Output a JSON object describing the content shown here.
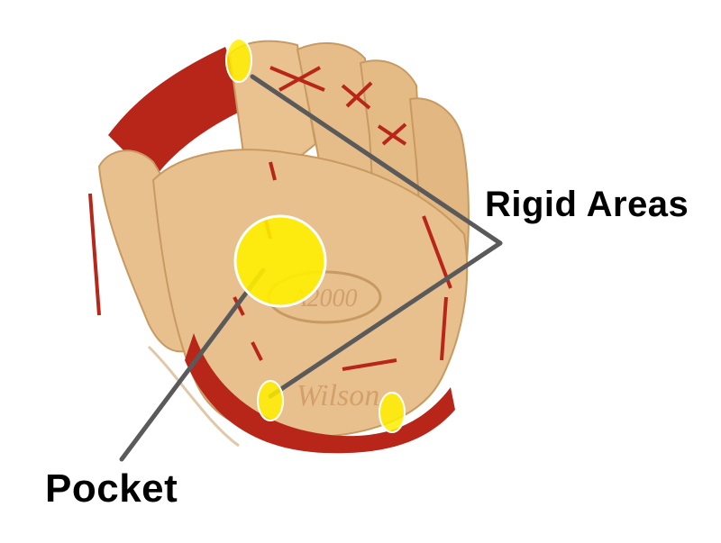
{
  "labels": {
    "rigid": "Rigid Areas",
    "pocket": "Pocket"
  },
  "glove": {
    "brand_text": "Wilson",
    "model_text": "A2000"
  },
  "colors": {
    "leather": "#e8c08e",
    "leather_shade": "#d6a46c",
    "lace": "#b8261a",
    "highlight": "#ffee00",
    "pointer_line": "#555555"
  },
  "icons": [
    "baseball-glove-illustration"
  ]
}
